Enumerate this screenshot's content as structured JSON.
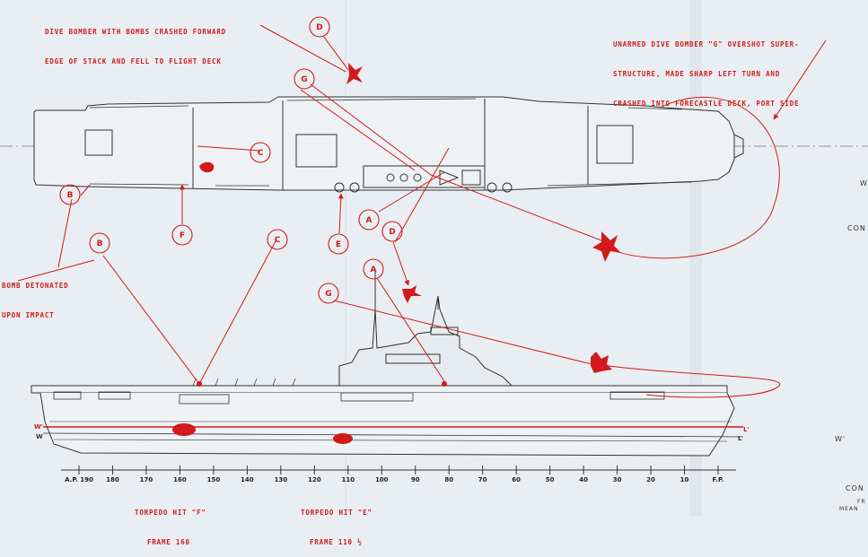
{
  "annotations": {
    "dive_bomber_forward": [
      "DIVE BOMBER WITH BOMBS CRASHED FORWARD",
      "EDGE OF STACK AND FELL TO FLIGHT DECK"
    ],
    "unarmed_g": [
      "UNARMED DIVE BOMBER \"G\" OVERSHOT SUPER-",
      "STRUCTURE, MADE SHARP LEFT TURN AND",
      "CRASHED INTO FORECASTLE DECK, PORT SIDE"
    ],
    "bomb_detonated": [
      "BOMB DETONATED",
      "UPON IMPACT"
    ],
    "torpedo_f": [
      "TORPEDO HIT \"F\"",
      "FRAME 160"
    ],
    "torpedo_e": [
      "TORPEDO HIT \"E\"",
      "FRAME 110 ½"
    ]
  },
  "markers": [
    "A",
    "B",
    "C",
    "D",
    "E",
    "F",
    "G"
  ],
  "frame_scale": {
    "labels": [
      "A.P. 190",
      "180",
      "170",
      "160",
      "150",
      "140",
      "130",
      "120",
      "110",
      "100",
      "90",
      "80",
      "70",
      "60",
      "50",
      "40",
      "30",
      "20",
      "10",
      "F.P."
    ]
  },
  "waterlines": {
    "w_prime": "W'",
    "w": "W",
    "l_prime": "L'",
    "l": "L"
  },
  "margin_text": {
    "con1": "CON",
    "con2": "CON",
    "w1": "W",
    "w2": "W'",
    "fr": "FR",
    "mean": "MEAN"
  },
  "colors": {
    "annotation_red": "#d21a1a",
    "ink": "#333333",
    "paper": "#e9eef2"
  }
}
